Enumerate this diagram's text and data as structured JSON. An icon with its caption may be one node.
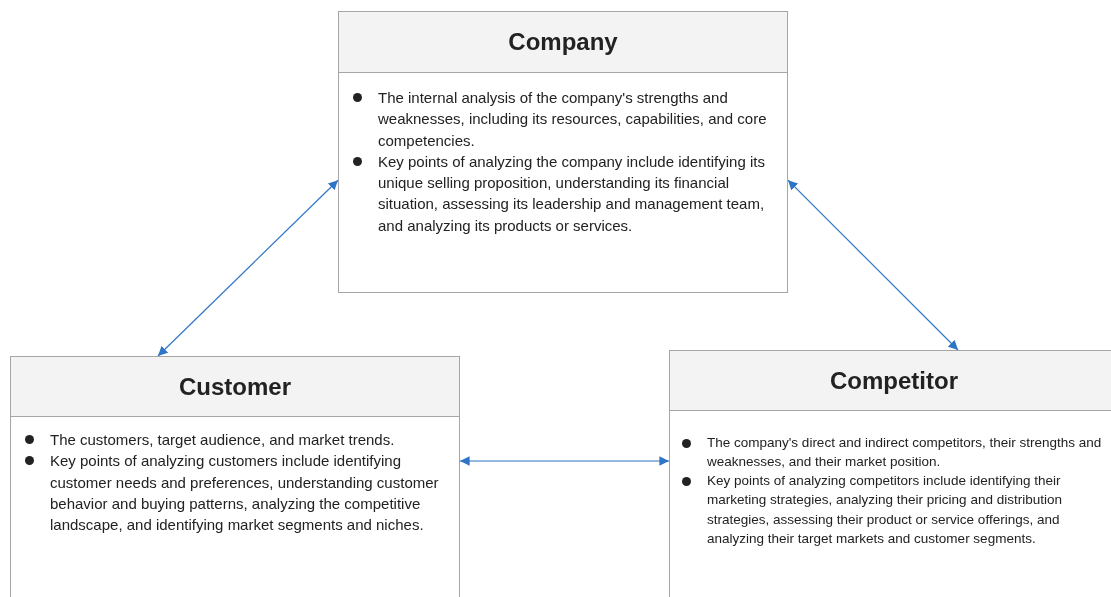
{
  "diagram": {
    "nodes": [
      {
        "text": [
          "Company",
          "The internal analysis of the company's strengths and weaknesses, including its resources, capabilities, and core competencies.",
          "Key points of analyzing the company include identifying its unique selling proposition, understanding its financial situation, assessing its leadership and management team, and analyzing its products or services."
        ]
      },
      {
        "text": [
          "Customer",
          "The customers, target audience, and market trends.",
          "Key points of analyzing customers include identifying customer needs and preferences, understanding customer behavior and buying patterns, analyzing the competitive landscape, and identifying market segments and niches."
        ]
      },
      {
        "text": [
          "Competitor",
          "The company's direct and indirect competitors, their strengths and weaknesses, and their market position.",
          "Key points of analyzing competitors include identifying their marketing strategies, analyzing their pricing and distribution strategies, assessing their product or service offerings, and analyzing their target markets and customer segments."
        ]
      }
    ],
    "edges": [
      {
        "from": 0,
        "to": 1,
        "arrow": "both"
      },
      {
        "from": 0,
        "to": 2,
        "arrow": "both"
      },
      {
        "from": 1,
        "to": 2,
        "arrow": "both"
      }
    ]
  }
}
